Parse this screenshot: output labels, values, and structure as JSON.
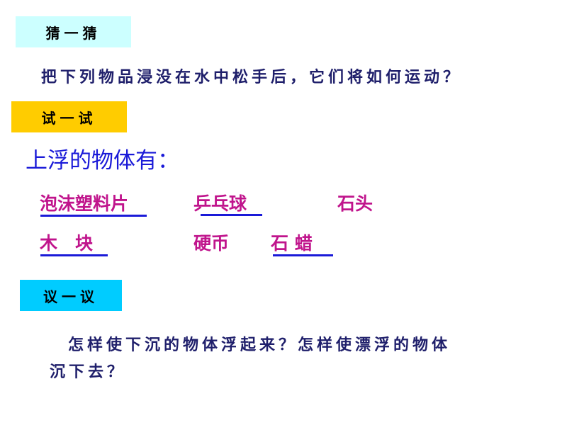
{
  "sections": {
    "guess_label": "猜一猜",
    "try_label": "试一试",
    "discuss_label": "议一议"
  },
  "question": "把下列物品浸没在水中松手后，它们将如何运动？",
  "float_title": "上浮的物体有：",
  "items": {
    "foam": "泡沫塑料片",
    "pingpong": "乒乓球",
    "stone": "石头",
    "wood": "木　块",
    "coin": "硬币",
    "wax": "石 蜡"
  },
  "discussion": {
    "line1": "怎样使下沉的物体浮起来？怎样使漂浮的物体",
    "line2": "沉下去？"
  },
  "colors": {
    "guess_box": "#ccffff",
    "try_box": "#ffcc00",
    "discuss_box": "#00ccff",
    "navy_text": "#1f1f6b",
    "blue_text": "#1a1ad8",
    "magenta_text": "#c0148c"
  }
}
